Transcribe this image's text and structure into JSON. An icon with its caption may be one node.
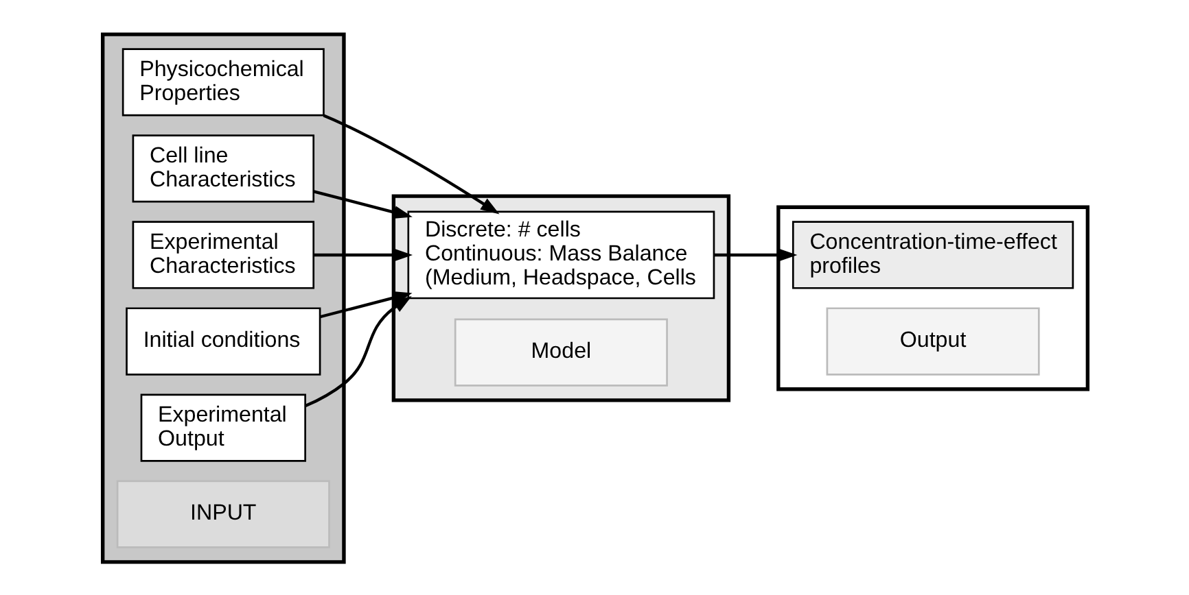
{
  "diagram": {
    "nodes": [
      {
        "text": [],
        "shape": "box"
      },
      {
        "text": [
          "Physicochemical Properties"
        ],
        "in": 0
      },
      {
        "text": [
          "Cell line Characteristics"
        ],
        "in": 0
      },
      {
        "text": [
          "Experimental Characteristics"
        ],
        "in": 0
      },
      {
        "text": [
          "Initial conditions"
        ],
        "in": 0
      },
      {
        "text": [
          "Experimental Output"
        ],
        "in": 0
      },
      {
        "text": [
          "INPUT"
        ],
        "in": 0
      },
      {
        "text": [],
        "shape": "box"
      },
      {
        "text": [
          "Discrete: # cells",
          "Continuous: Mass Balance (Medium, Headspace, Cells"
        ],
        "in": 7
      },
      {
        "text": [
          "Model"
        ],
        "in": 7
      },
      {
        "text": [],
        "shape": "box"
      },
      {
        "text": [
          "Concentration-time-effect profiles"
        ],
        "in": 10
      },
      {
        "text": [
          "Output"
        ],
        "in": 10
      }
    ],
    "edges": [
      {
        "from": 1,
        "to": 8,
        "arrow": "to"
      },
      {
        "from": 2,
        "to": 8,
        "arrow": "to"
      },
      {
        "from": 3,
        "to": 8,
        "arrow": "to"
      },
      {
        "from": 4,
        "to": 8,
        "arrow": "to"
      },
      {
        "from": 5,
        "to": 8,
        "arrow": "to"
      },
      {
        "from": 8,
        "to": 11,
        "arrow": "to"
      }
    ]
  }
}
